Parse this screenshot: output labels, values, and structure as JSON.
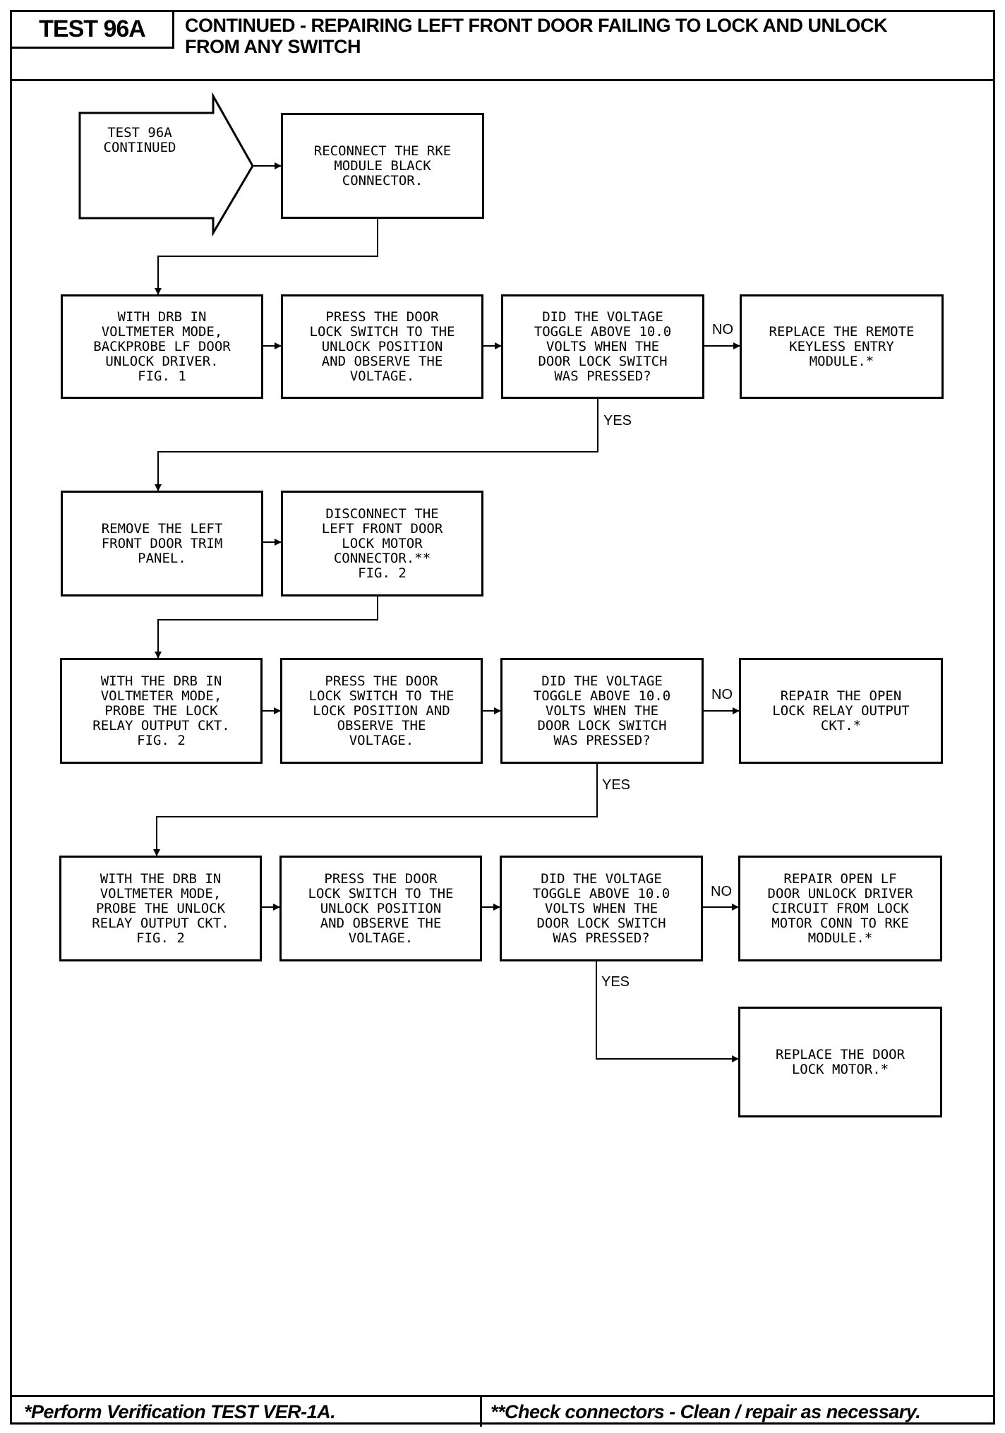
{
  "header": {
    "test_label": "TEST 96A",
    "title_line1": "CONTINUED - REPAIRING LEFT FRONT DOOR FAILING TO LOCK AND UNLOCK",
    "title_line2": "FROM ANY SWITCH"
  },
  "flow": {
    "start": "TEST 96A\nCONTINUED",
    "r1": "RECONNECT THE RKE\nMODULE BLACK\nCONNECTOR.",
    "r2a": "WITH DRB IN\nVOLTMETER MODE,\nBACKPROBE LF DOOR\nUNLOCK DRIVER.\nFIG. 1",
    "r2b": "PRESS THE DOOR\nLOCK SWITCH TO THE\nUNLOCK POSITION\nAND OBSERVE THE\nVOLTAGE.",
    "r2c": "DID THE VOLTAGE\nTOGGLE ABOVE 10.0\nVOLTS WHEN THE\nDOOR LOCK SWITCH\nWAS PRESSED?",
    "r2d": "REPLACE THE REMOTE\nKEYLESS ENTRY\nMODULE.*",
    "r3a": "REMOVE THE LEFT\nFRONT DOOR TRIM\nPANEL.",
    "r3b": "DISCONNECT THE\nLEFT FRONT DOOR\nLOCK MOTOR\nCONNECTOR.**\nFIG. 2",
    "r4a": "WITH THE DRB IN\nVOLTMETER MODE,\nPROBE THE LOCK\nRELAY OUTPUT CKT.\nFIG. 2",
    "r4b": "PRESS THE DOOR\nLOCK SWITCH TO THE\nLOCK POSITION AND\nOBSERVE THE\nVOLTAGE.",
    "r4c": "DID THE VOLTAGE\nTOGGLE ABOVE 10.0\nVOLTS WHEN THE\nDOOR LOCK SWITCH\nWAS PRESSED?",
    "r4d": "REPAIR THE OPEN\nLOCK RELAY OUTPUT\nCKT.*",
    "r5a": "WITH THE DRB IN\nVOLTMETER MODE,\nPROBE THE UNLOCK\nRELAY OUTPUT CKT.\nFIG. 2",
    "r5b": "PRESS THE DOOR\nLOCK SWITCH TO THE\nUNLOCK POSITION\nAND OBSERVE THE\nVOLTAGE.",
    "r5c": "DID THE VOLTAGE\nTOGGLE ABOVE 10.0\nVOLTS WHEN THE\nDOOR LOCK SWITCH\nWAS PRESSED?",
    "r5d": "REPAIR OPEN LF\nDOOR UNLOCK DRIVER\nCIRCUIT FROM LOCK\nMOTOR CONN TO RKE\nMODULE.*",
    "r6d": "REPLACE THE DOOR\nLOCK MOTOR.*",
    "no": "NO",
    "yes": "YES"
  },
  "footer": {
    "note1": "*Perform Verification TEST VER-1A.",
    "note2": "**Check connectors - Clean / repair as necessary."
  }
}
